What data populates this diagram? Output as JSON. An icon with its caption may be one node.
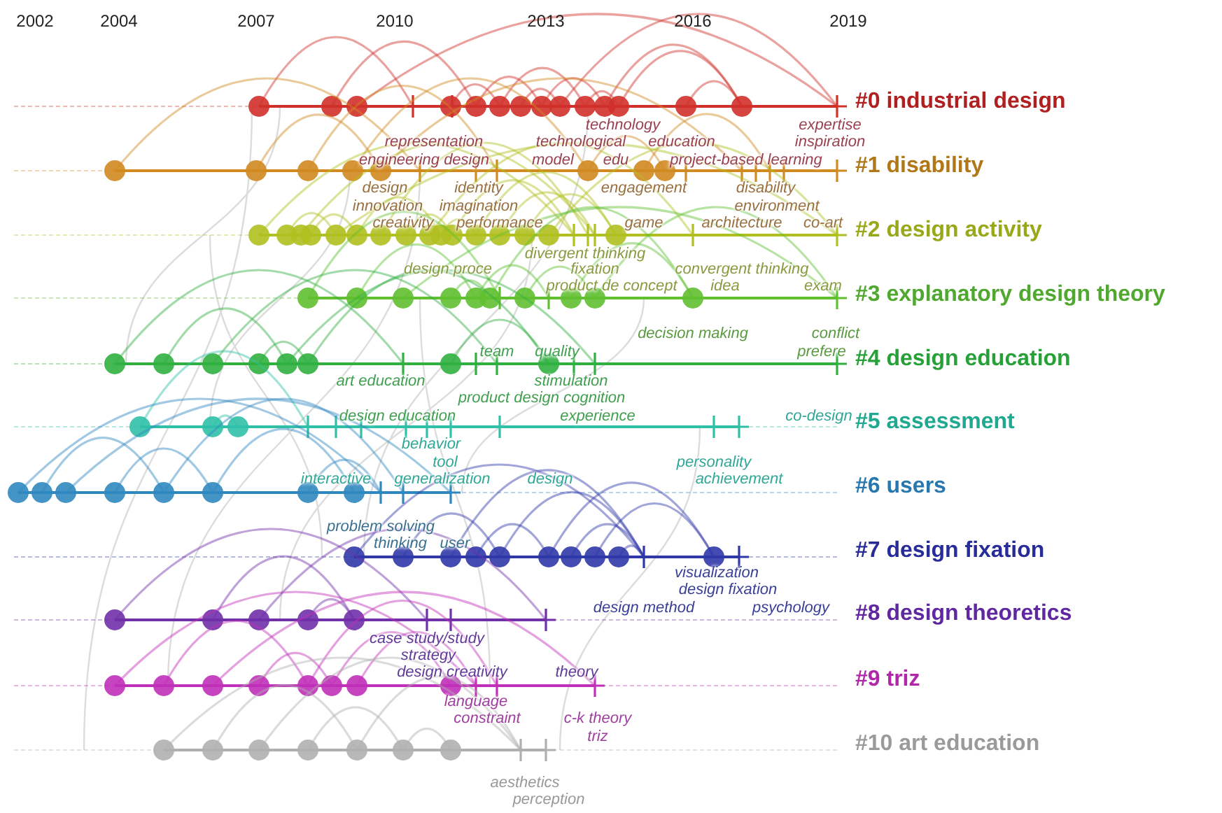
{
  "diagram": {
    "labels": [
      "2002",
      "2004",
      "2007",
      "2010",
      "2013",
      "2016",
      "2019",
      "#0 industrial design",
      "technology",
      "expertise",
      "representation",
      "technological",
      "education",
      "inspiration",
      "engineering design",
      "model",
      "edu",
      "project-based learning",
      "#1 disability",
      "design",
      "identity",
      "engagement",
      "disability",
      "innovation",
      "imagination",
      "environment",
      "creativity",
      "performance",
      "game",
      "architecture",
      "co-art",
      "#2 design activity",
      "divergent thinking",
      "design proce",
      "fixation",
      "convergent thinking",
      "product de concept",
      "idea",
      "exam",
      "#3 explanatory design theory",
      "decision making",
      "conflict",
      "prefere",
      "#4 design education",
      "team",
      "quality",
      "art education",
      "stimulation",
      "product design cognition",
      "design education",
      "experience",
      "co-design",
      "#5 assessment",
      "behavior",
      "tool",
      "personality",
      "interactive",
      "generalization",
      "design",
      "achievement",
      "#6 users",
      "problem solving",
      "thinking",
      "user",
      "#7 design fixation",
      "visualization",
      "design fixation",
      "design method",
      "psychology",
      "#8 design theoretics",
      "case study/study",
      "strategy",
      "design creativity",
      "theory",
      "#9 triz",
      "language",
      "constraint",
      "c-k theory",
      "triz",
      "#10 art education",
      "aesthetics",
      "perception"
    ]
  }
}
